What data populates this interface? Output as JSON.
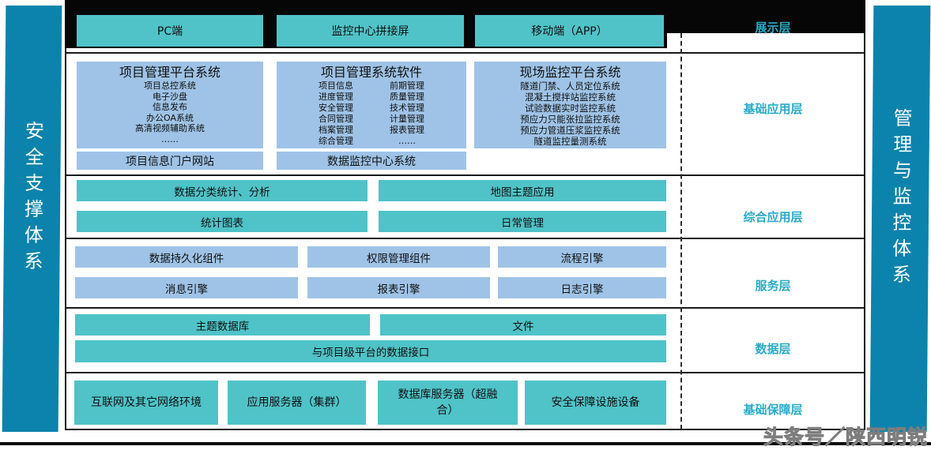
{
  "display_layer": {
    "label": "展示层",
    "pc": "PC端",
    "video_wall": "监控中心拼接屏",
    "mobile": "移动端（APP）"
  },
  "base_app_layer": {
    "label": "基础应用层",
    "platform": {
      "title": "项目管理平台系统",
      "items": [
        "项目总控系统",
        "电子沙盘",
        "信息发布",
        "办公OA系统",
        "高清视频辅助系统",
        "……"
      ]
    },
    "software": {
      "title": "项目管理系统软件",
      "rows": [
        [
          "项目信息",
          "前期管理"
        ],
        [
          "进度管理",
          "质量管理"
        ],
        [
          "安全管理",
          "技术管理"
        ],
        [
          "合同管理",
          "计量管理"
        ],
        [
          "档案管理",
          "报表管理"
        ],
        [
          "综合管理",
          "……"
        ]
      ]
    },
    "site_monitoring": {
      "title": "现场监控平台系统",
      "items": [
        "隧道门禁、人员定位系统",
        "混凝土搅拌站监控系统",
        "试验数据实时监控系统",
        "预应力只能张拉监控系统",
        "预应力管道压浆监控系统",
        "隧道监控量测系统"
      ]
    },
    "portal": "项目信息门户网站",
    "data_center": "数据监控中心系统"
  },
  "composite_layer": {
    "label": "综合应用层",
    "boxes": [
      "数据分类统计、分析",
      "地图主题应用",
      "统计图表",
      "日常管理"
    ]
  },
  "service_layer": {
    "label": "服务层",
    "boxes": [
      "数据持久化组件",
      "权限管理组件",
      "流程引擎",
      "消息引擎",
      "报表引擎",
      "日志引擎"
    ]
  },
  "data_layer": {
    "label": "数据层",
    "boxes": [
      "主题数据库",
      "文件",
      "与项目级平台的数据接口"
    ]
  },
  "infrastructure_layer": {
    "label": "基础保障层",
    "boxes": [
      "互联网及其它网络环境",
      "应用服务器（集群）",
      "数据库服务器（超融合）",
      "安全保障设施设备"
    ]
  },
  "side_bars": {
    "left": "安全支撑体系",
    "right": "管理与监控体系"
  },
  "watermark": "头条号／陕西明锐",
  "colors": {
    "teal": "#4FC3C8",
    "light_blue": "#9FC3E7",
    "bar_blue": "#0B83AC",
    "label_teal": "#29ABC9"
  }
}
